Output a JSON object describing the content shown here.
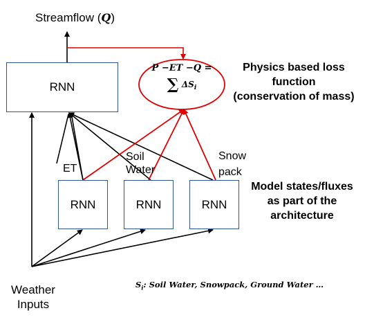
{
  "top_output": {
    "text": "Streamflow (",
    "symbol": "Q",
    "close": ")"
  },
  "main_rnn": {
    "label": "RNN"
  },
  "sub_rnns": [
    {
      "label": "RNN"
    },
    {
      "label": "RNN"
    },
    {
      "label": "RNN"
    }
  ],
  "state_labels": {
    "et": "ET",
    "soil_line1": "Soil",
    "soil_line2": "Water",
    "snow_line1": "Snow",
    "snow_line2": "pack"
  },
  "loss_ellipse": {
    "line1": "P −ET −Q =",
    "sum": "∑",
    "term": "ΔS",
    "sub": "i"
  },
  "physics_label": [
    "Physics based loss",
    "function",
    "(conservation of mass)"
  ],
  "states_label": [
    "Model states/fluxes",
    "as part of the",
    "architecture"
  ],
  "input_label": [
    "Weather",
    "Inputs"
  ],
  "legend": {
    "symbol": "S",
    "sub": "i",
    "text": ": Soil Water, Snowpack, Ground Water …"
  },
  "colors": {
    "box_border": "#2f5597",
    "red": "#e00000",
    "black": "#000000"
  }
}
